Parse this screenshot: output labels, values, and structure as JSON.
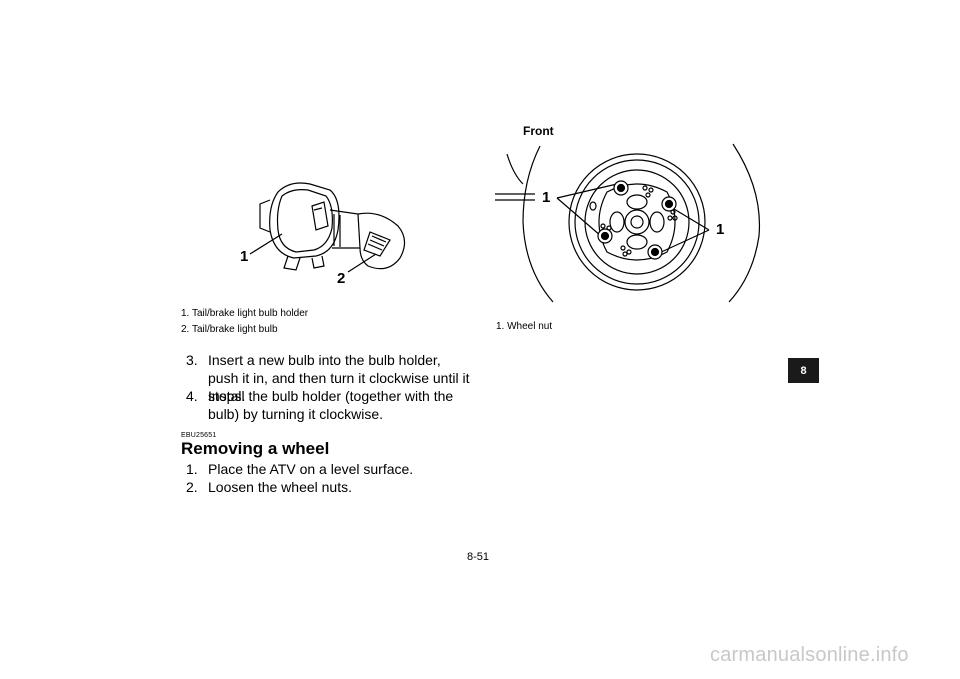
{
  "figure_left": {
    "callouts": [
      "1",
      "2"
    ],
    "captions": [
      "1. Tail/brake light bulb holder",
      "2. Tail/brake light bulb"
    ]
  },
  "figure_right": {
    "label_front": "Front",
    "callouts": [
      "1",
      "1"
    ],
    "captions": [
      "1. Wheel nut"
    ]
  },
  "steps_top": [
    {
      "num": "3.",
      "text": "Insert a new bulb into the bulb holder, push it in, and then turn it clockwise until it stops."
    },
    {
      "num": "4.",
      "text": "Install the bulb holder (together with the bulb) by turning it clockwise."
    }
  ],
  "section": {
    "code": "EBU25651",
    "title": "Removing a wheel"
  },
  "steps_bottom": [
    {
      "num": "1.",
      "text": "Place the ATV on a level surface."
    },
    {
      "num": "2.",
      "text": "Loosen the wheel nuts."
    }
  ],
  "tab_label": "8",
  "page_number": "8-51",
  "watermark": "carmanualsonline.info"
}
